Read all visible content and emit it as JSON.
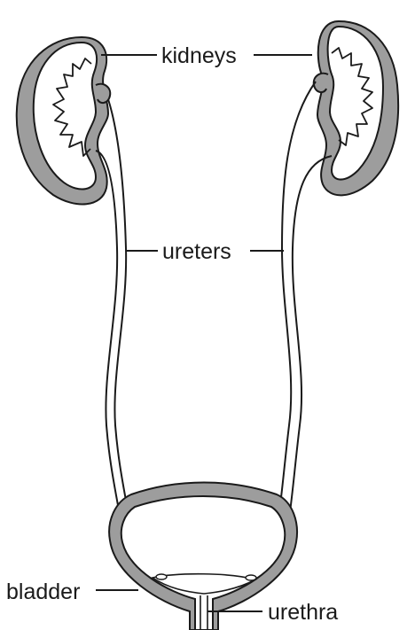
{
  "labels": {
    "kidneys": "kidneys",
    "ureters": "ureters",
    "bladder": "bladder",
    "urethra": "urethra"
  },
  "colors": {
    "outline": "#1a1a1a",
    "shading": "#9d9d9d",
    "fill": "#ffffff"
  }
}
